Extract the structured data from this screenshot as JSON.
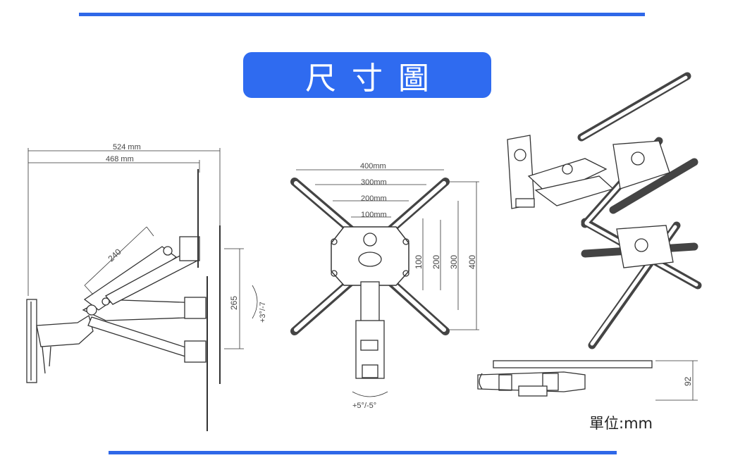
{
  "title": "尺寸圖",
  "unit_label": "單位:mm",
  "side_view": {
    "dim_overall": "524 mm",
    "dim_inner": "468 mm",
    "dim_arm": "240",
    "dim_height": "265",
    "dim_tilt": "+3°/-7"
  },
  "front_view": {
    "dim_w400": "400mm",
    "dim_w300": "300mm",
    "dim_w200": "200mm",
    "dim_w100": "100mm",
    "dim_h100": "100",
    "dim_h200": "200",
    "dim_h300": "300",
    "dim_h400": "400",
    "dim_swivel": "+5°/-5°"
  },
  "top_view": {
    "dim_depth": "92"
  },
  "colors": {
    "accent": "#2f6bf0",
    "line": "#444444"
  }
}
